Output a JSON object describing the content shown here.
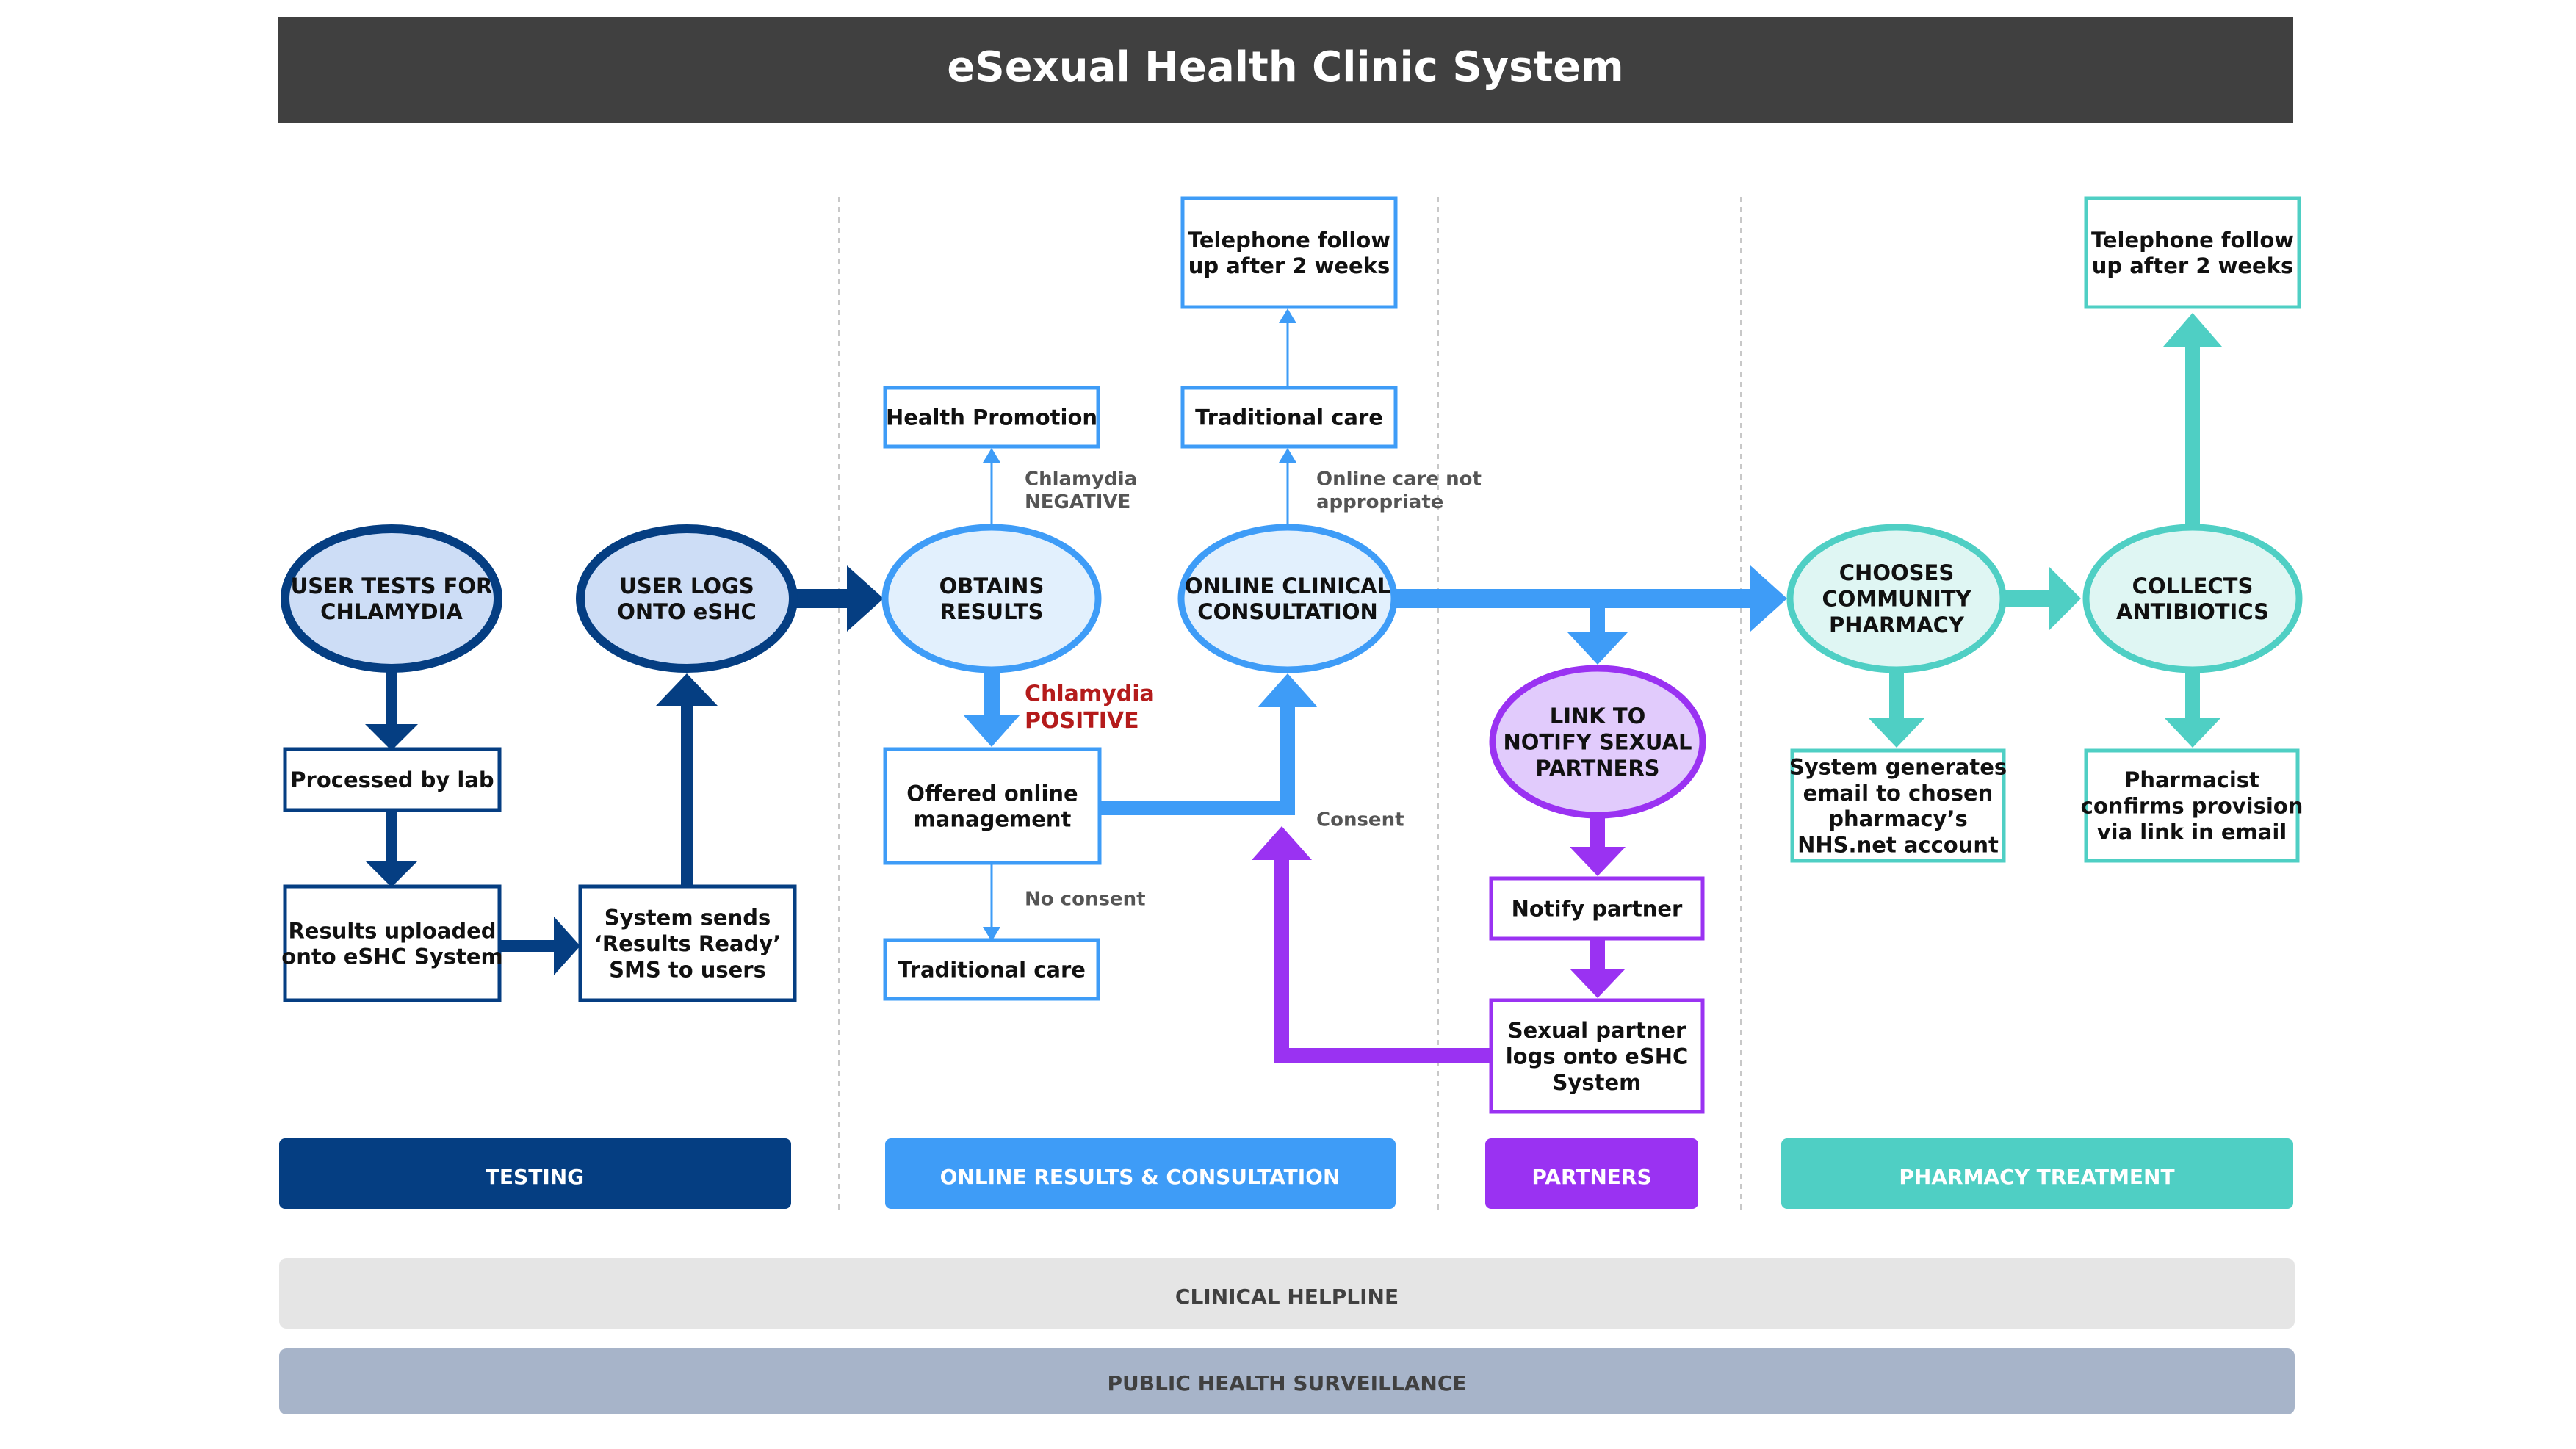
{
  "title": "eSexual Health Clinic System",
  "colors": {
    "testing": "#053e82",
    "testing_fill": "#cdddf6",
    "online": "#3e9cf7",
    "online_fill": "#e2f0fd",
    "partners": "#9a32f2",
    "partners_fill": "#e1cbfc",
    "pharmacy": "#4fcfc4",
    "pharmacy_fill": "#dff6f3",
    "positive_text": "#b41b1b",
    "note_text": "#555555",
    "helpline_bar": "#e5e5e5",
    "surveillance_bar": "#a7b4c9",
    "title_bar": "#404040"
  },
  "nodes": {
    "user_tests": [
      "USER TESTS FOR",
      "CHLAMYDIA"
    ],
    "user_logs": [
      "USER LOGS",
      "ONTO eSHC"
    ],
    "processed": [
      "Processed by lab"
    ],
    "uploaded": [
      "Results uploaded",
      "onto eSHC System"
    ],
    "system_sends": [
      "System sends",
      "‘Results Ready’",
      "SMS to users"
    ],
    "obtains": [
      "OBTAINS",
      "RESULTS"
    ],
    "health_promotion": [
      "Health Promotion"
    ],
    "offered": [
      "Offered online",
      "management"
    ],
    "trad_care_bottom": [
      "Traditional care"
    ],
    "online_consult": [
      "ONLINE CLINICAL",
      "CONSULTATION"
    ],
    "trad_care_top": [
      "Traditional care"
    ],
    "tel_follow_1": [
      "Telephone follow",
      "up after 2 weeks"
    ],
    "link_notify": [
      "LINK TO",
      "NOTIFY SEXUAL",
      "PARTNERS"
    ],
    "notify_partner": [
      "Notify partner"
    ],
    "partner_logs": [
      "Sexual partner",
      "logs onto eSHC",
      "System"
    ],
    "chooses_pharmacy": [
      "CHOOSES",
      "COMMUNITY",
      "PHARMACY"
    ],
    "system_generates": [
      "System generates",
      "email to chosen",
      "pharmacy’s",
      "NHS.net account"
    ],
    "collects": [
      "COLLECTS",
      "ANTIBIOTICS"
    ],
    "tel_follow_2": [
      "Telephone follow",
      "up after 2 weeks"
    ],
    "pharmacist": [
      "Pharmacist",
      "confirms provision",
      "via link in email"
    ]
  },
  "notes": {
    "negative": [
      "Chlamydia",
      "NEGATIVE"
    ],
    "positive": [
      "Chlamydia",
      "POSITIVE"
    ],
    "no_consent": [
      "No consent"
    ],
    "not_appropriate": [
      "Online care not",
      "appropriate"
    ],
    "consent": [
      "Consent"
    ]
  },
  "lanes": {
    "testing": "TESTING",
    "online": "ONLINE RESULTS & CONSULTATION",
    "partners": "PARTNERS",
    "pharmacy": "PHARMACY TREATMENT"
  },
  "bars": {
    "helpline": "CLINICAL HELPLINE",
    "surveillance": "PUBLIC HEALTH SURVEILLANCE"
  }
}
